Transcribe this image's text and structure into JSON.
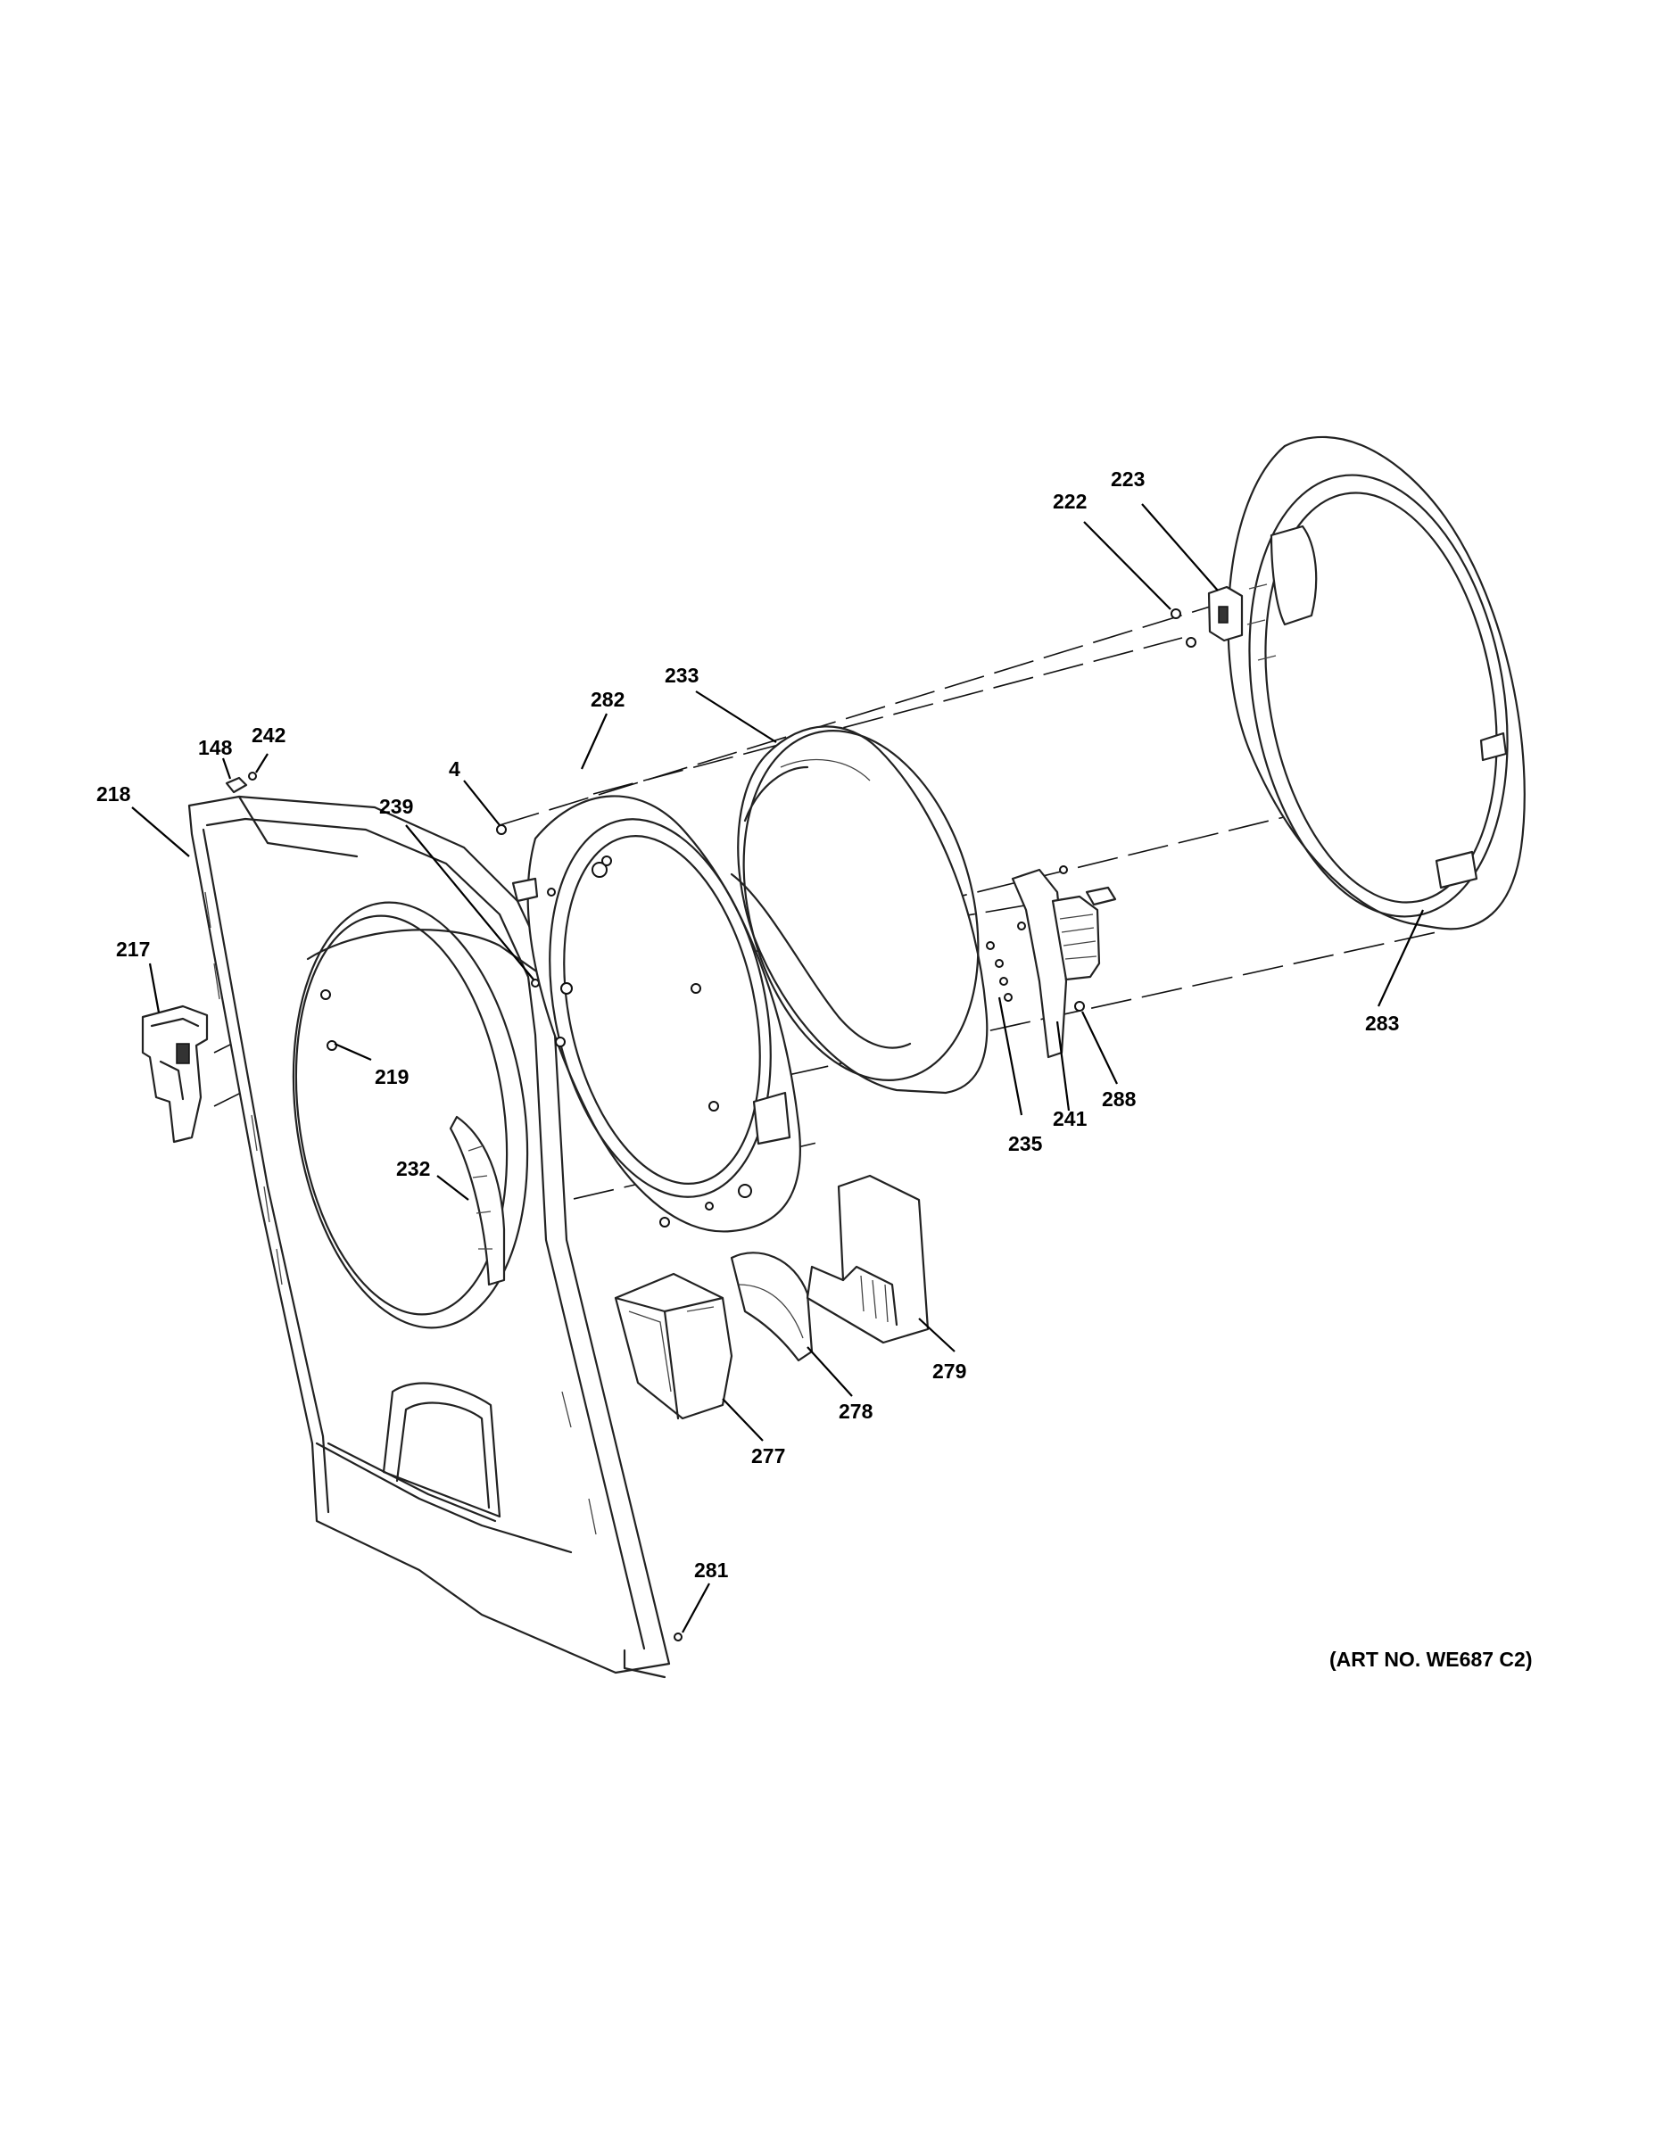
{
  "art_number": "(ART NO. WE687 C2)",
  "callouts": [
    {
      "id": "c218",
      "label": "218"
    },
    {
      "id": "c148",
      "label": "148"
    },
    {
      "id": "c242",
      "label": "242"
    },
    {
      "id": "c217",
      "label": "217"
    },
    {
      "id": "c239",
      "label": "239"
    },
    {
      "id": "c4",
      "label": "4"
    },
    {
      "id": "c282",
      "label": "282"
    },
    {
      "id": "c233",
      "label": "233"
    },
    {
      "id": "c222",
      "label": "222"
    },
    {
      "id": "c223",
      "label": "223"
    },
    {
      "id": "c219",
      "label": "219"
    },
    {
      "id": "c232",
      "label": "232"
    },
    {
      "id": "c283",
      "label": "283"
    },
    {
      "id": "c235",
      "label": "235"
    },
    {
      "id": "c241",
      "label": "241"
    },
    {
      "id": "c288",
      "label": "288"
    },
    {
      "id": "c279",
      "label": "279"
    },
    {
      "id": "c278",
      "label": "278"
    },
    {
      "id": "c277",
      "label": "277"
    },
    {
      "id": "c281",
      "label": "281"
    }
  ]
}
